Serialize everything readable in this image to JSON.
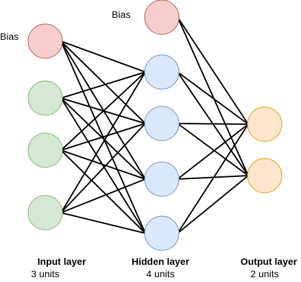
{
  "colors": {
    "bias_fill": "#f8cecc",
    "bias_stroke": "#b85450",
    "input_fill": "#d5e8d4",
    "input_stroke": "#82b366",
    "hidden_fill": "#dae8fc",
    "hidden_stroke": "#6c8ebf",
    "output_fill": "#ffe6cc",
    "output_stroke": "#d79b00",
    "edge": "#000000"
  },
  "bias_labels": {
    "input": "Bias",
    "hidden": "Bias"
  },
  "layers": {
    "input": {
      "title": "Input layer",
      "units": "3 units"
    },
    "hidden": {
      "title": "Hidden layer",
      "units": "4 units"
    },
    "output": {
      "title": "Output layer",
      "units": "2 units"
    }
  }
}
